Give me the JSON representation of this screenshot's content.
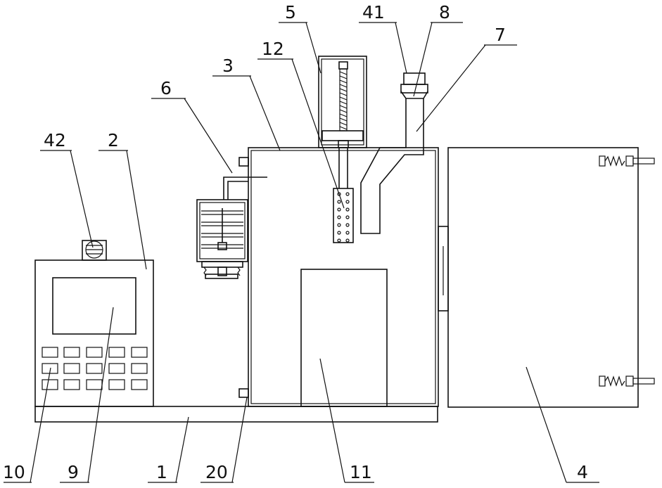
{
  "labels": {
    "l1": "1",
    "l2": "2",
    "l3": "3",
    "l4": "4",
    "l5": "5",
    "l6": "6",
    "l7": "7",
    "l8": "8",
    "l9": "9",
    "l10": "10",
    "l11": "11",
    "l12": "12",
    "l20": "20",
    "l41": "41",
    "l42": "42"
  }
}
